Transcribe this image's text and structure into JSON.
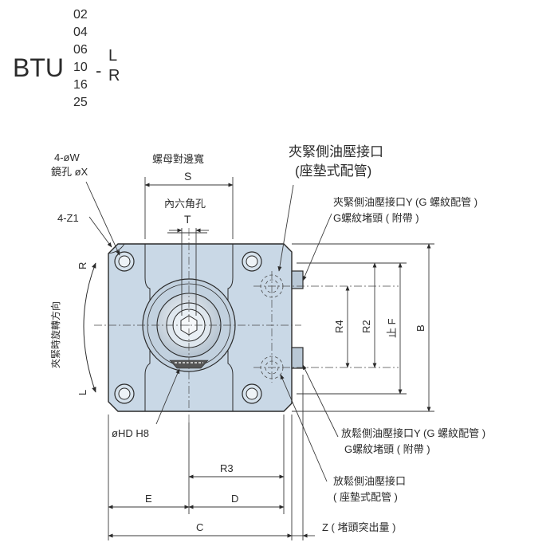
{
  "model": {
    "prefix": "BTU",
    "sizes": [
      "02",
      "04",
      "06",
      "10",
      "16",
      "25"
    ],
    "dash": "-",
    "directions": [
      "L",
      "R"
    ]
  },
  "labels": {
    "holes_w": "4-øW",
    "holes_x": "鏡孔 øX",
    "z1": "4-Z1",
    "nut_width": "螺母對邊寬",
    "s": "S",
    "hex_hole": "內六角孔",
    "t": "T",
    "clamp_port_title": "夾緊側油壓接口",
    "clamp_port_sub": "(座墊式配管)",
    "clamp_port_y": "夾緊側油壓接口Y (G 螺紋配管 )",
    "clamp_plug": "G螺紋堵頭 ( 附帶 )",
    "r_label": "R",
    "l_label": "L",
    "rotation": "夾緊時旋轉方向",
    "r4": "R4",
    "r2": "R2",
    "f": "止 F",
    "b": "B",
    "hd": "øHD H8",
    "r3": "R3",
    "e": "E",
    "d": "D",
    "c": "C",
    "release_port_y": "放鬆側油壓接口Y (G 螺紋配管 )",
    "release_plug": "G螺紋堵頭 ( 附帶 )",
    "release_port_title": "放鬆側油壓接口",
    "release_port_sub": "( 座墊式配管 )",
    "z": "Z ( 堵頭突出量 )"
  },
  "colors": {
    "body_fill": "#c9d8e6",
    "port_fill": "#b9c8d6",
    "line": "#2a2a2a"
  }
}
